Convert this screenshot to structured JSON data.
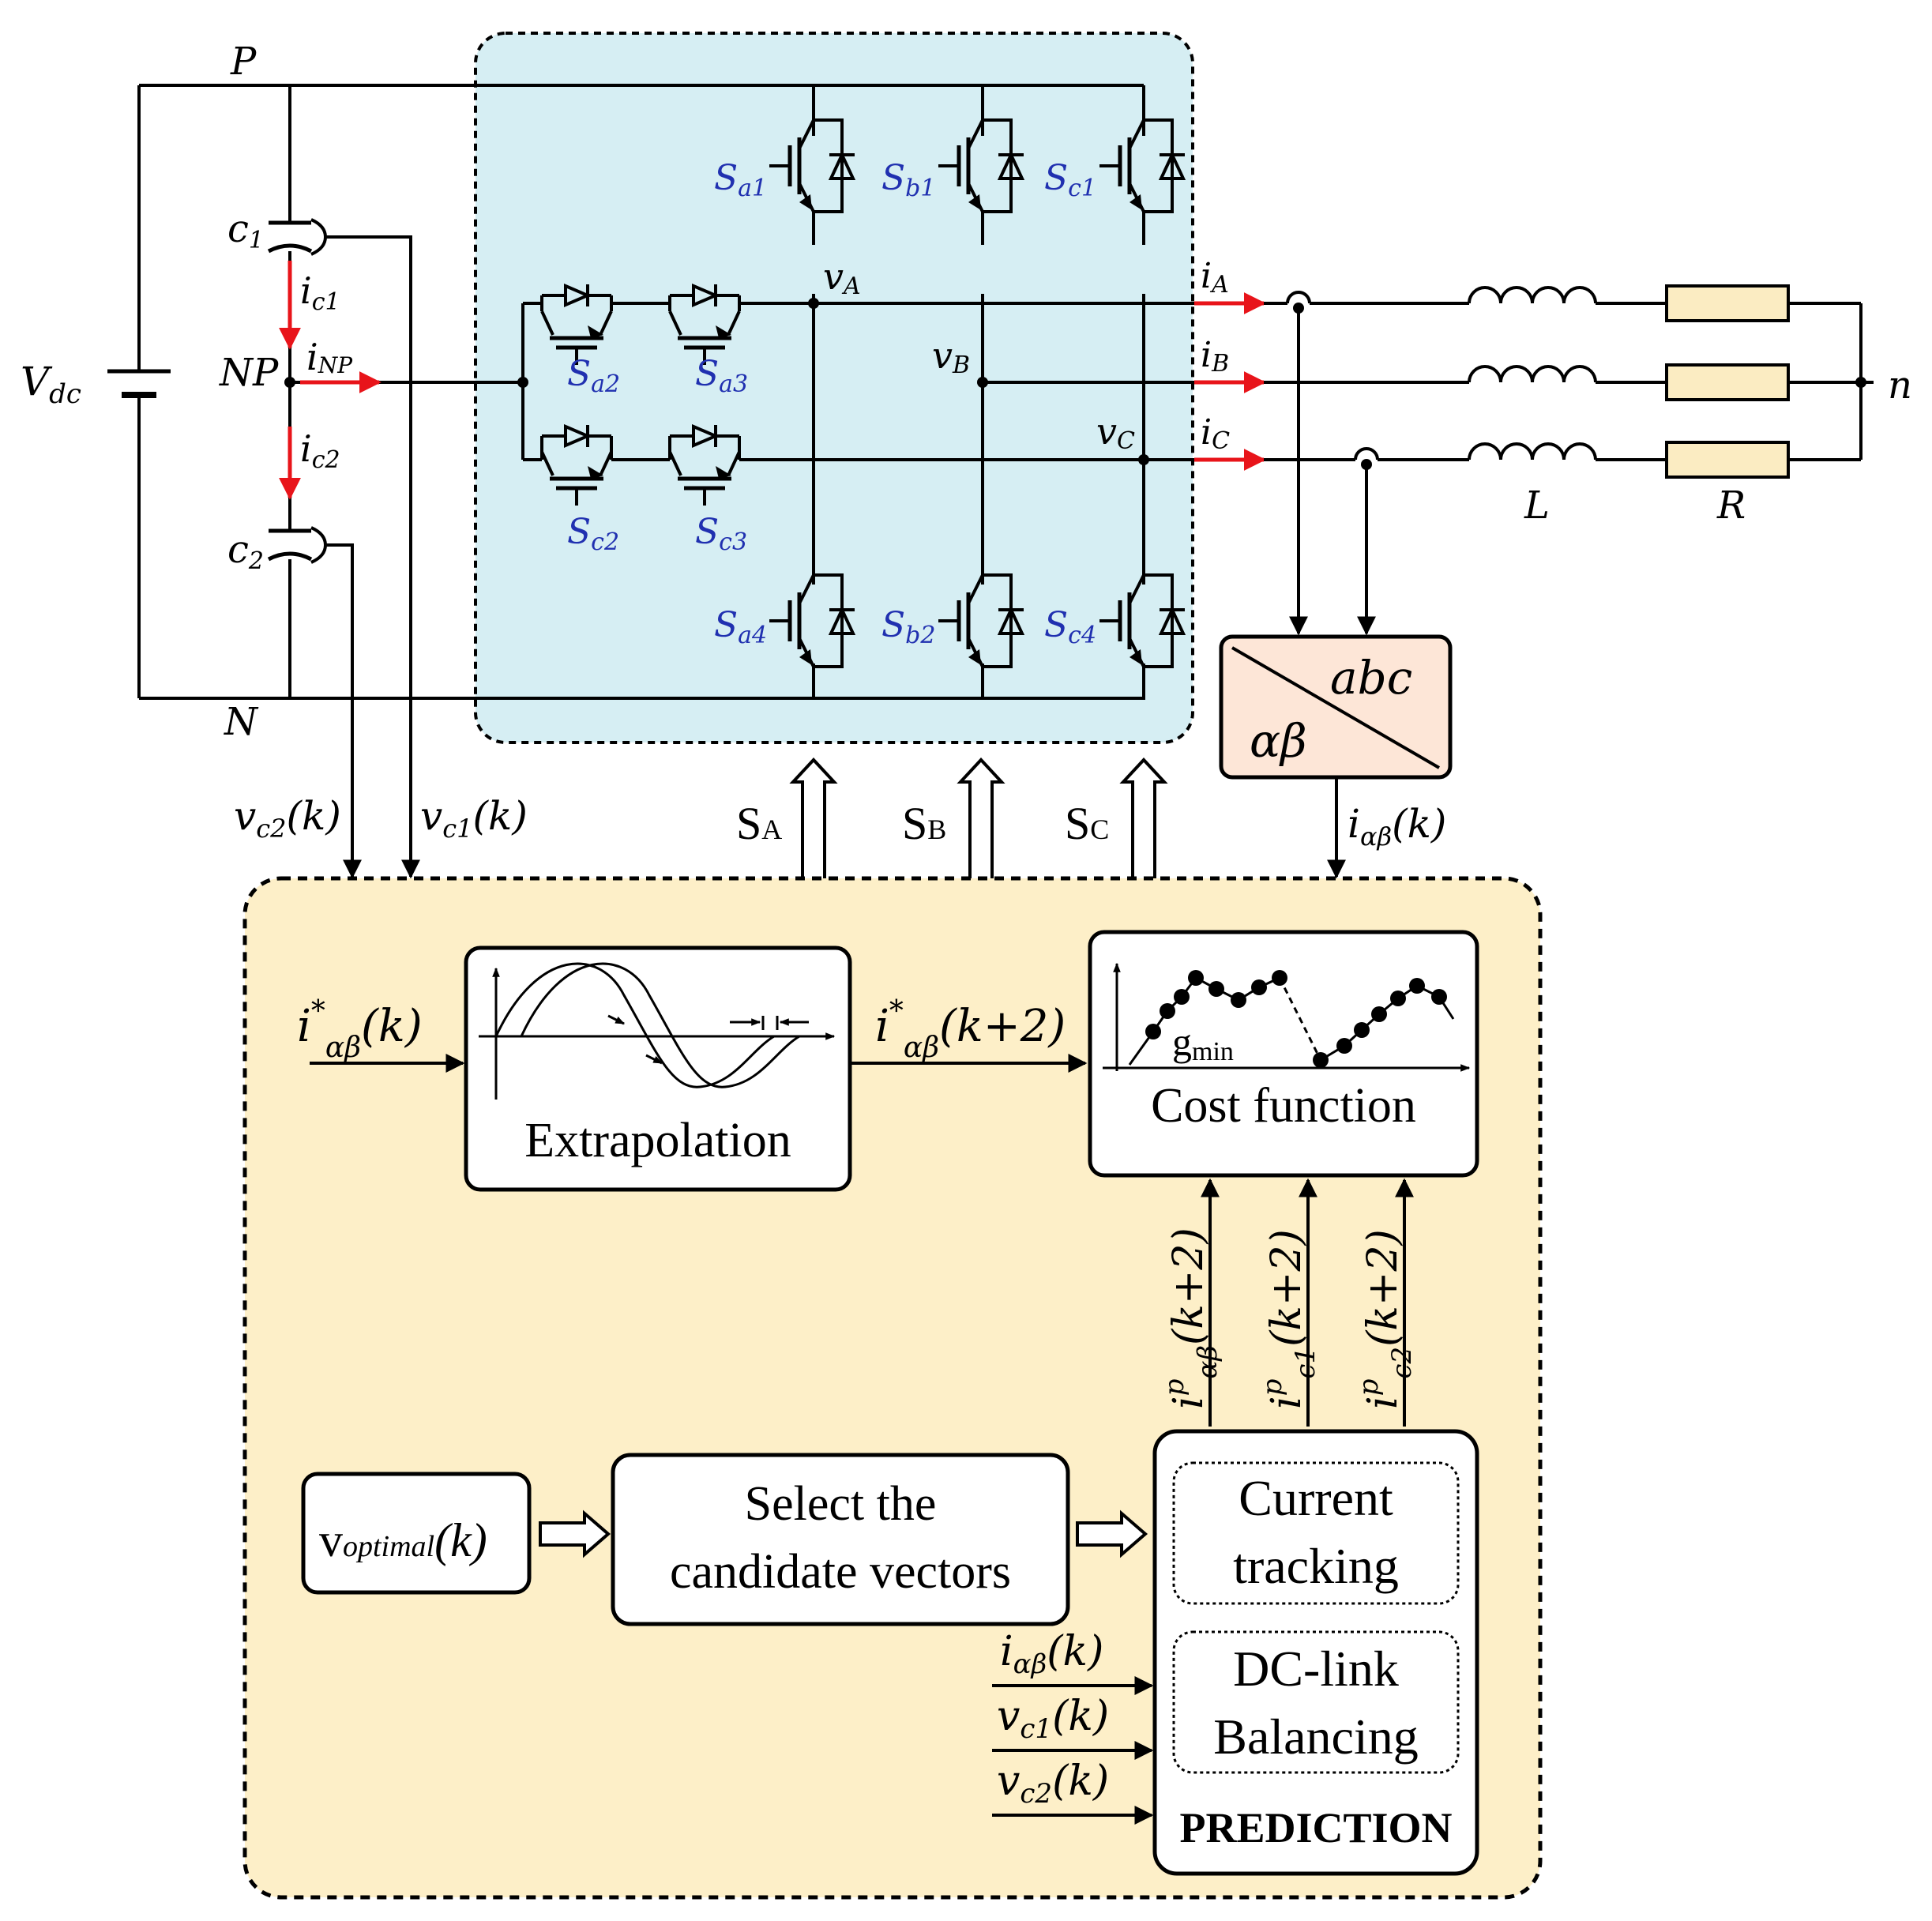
{
  "colors": {
    "inverter_bg": "#d6eef3",
    "controller_bg": "#fdefc8",
    "transform_bg": "#fde6d7",
    "resistor_fill": "#fbecc2",
    "current_arrow": "#e8141a",
    "switch_label": "#2030b0"
  },
  "source": {
    "vdc": "V",
    "vdc_sub": "dc",
    "node_p": "P",
    "node_n": "N",
    "node_np": "NP",
    "c1": "c",
    "c1_sub": "1",
    "c2": "c",
    "c2_sub": "2",
    "ic1": "i",
    "ic1_sub": "c1",
    "ic2": "i",
    "ic2_sub": "c2",
    "inp": "i",
    "inp_sub": "NP"
  },
  "switches": {
    "sa1": "S",
    "sa1_sub": "a1",
    "sb1": "S",
    "sb1_sub": "b1",
    "sc1": "S",
    "sc1_sub": "c1",
    "sa2": "S",
    "sa2_sub": "a2",
    "sa3": "S",
    "sa3_sub": "a3",
    "sc2": "S",
    "sc2_sub": "c2",
    "sc3": "S",
    "sc3_sub": "c3",
    "sa4": "S",
    "sa4_sub": "a4",
    "sb2": "S",
    "sb2_sub": "b2",
    "sc4": "S",
    "sc4_sub": "c4"
  },
  "nodes": {
    "va": "v",
    "va_sub": "A",
    "vb": "v",
    "vb_sub": "B",
    "vc": "v",
    "vc_sub": "C"
  },
  "load": {
    "ia": "i",
    "ia_sub": "A",
    "ib": "i",
    "ib_sub": "B",
    "ic": "i",
    "ic_sub": "C",
    "inductor": "L",
    "resistor": "R",
    "neutral": "n"
  },
  "transform": {
    "top": "abc",
    "bottom": "αβ"
  },
  "signals": {
    "vc2k": "v",
    "vc2k_sub": "c2",
    "vc2k_arg": "(k)",
    "vc1k": "v",
    "vc1k_sub": "c1",
    "vc1k_arg": "(k)",
    "sa": "S",
    "sa_sub": "A",
    "sb": "S",
    "sb_sub": "B",
    "sc": "S",
    "sc_sub": "C",
    "iabk": "i",
    "iabk_sub": "αβ",
    "iabk_arg": "(k)"
  },
  "controller": {
    "iref_k": "i",
    "iref_k_sup": "*",
    "iref_k_sub": "αβ",
    "iref_k_arg": "(k)",
    "extrapolation": "Extrapolation",
    "iref_k2": "i",
    "iref_k2_sup": "*",
    "iref_k2_sub": "αβ",
    "iref_k2_arg": "(k+2)",
    "cost_function": "Cost function",
    "gmin": "g",
    "gmin_sub": "min",
    "pred_iab": "i",
    "pred_iab_sup": "p",
    "pred_iab_sub": "αβ",
    "pred_iab_arg": "(k+2)",
    "pred_ic1": "i",
    "pred_ic1_sup": "p",
    "pred_ic1_sub": "c1",
    "pred_ic1_arg": "(k+2)",
    "pred_ic2": "i",
    "pred_ic2_sup": "p",
    "pred_ic2_sub": "c2",
    "pred_ic2_arg": "(k+2)",
    "vopt": "v",
    "vopt_sub": "optimal",
    "vopt_arg": "(k)",
    "select_line1": "Select the",
    "select_line2": "candidate vectors",
    "current_tracking_1": "Current",
    "current_tracking_2": "tracking",
    "dc_link_1": "DC-link",
    "dc_link_2": "Balancing",
    "prediction": "PREDICTION",
    "in_iab": "i",
    "in_iab_sub": "αβ",
    "in_iab_arg": "(k)",
    "in_vc1": "v",
    "in_vc1_sub": "c1",
    "in_vc1_arg": "(k)",
    "in_vc2": "v",
    "in_vc2_sub": "c2",
    "in_vc2_arg": "(k)"
  }
}
